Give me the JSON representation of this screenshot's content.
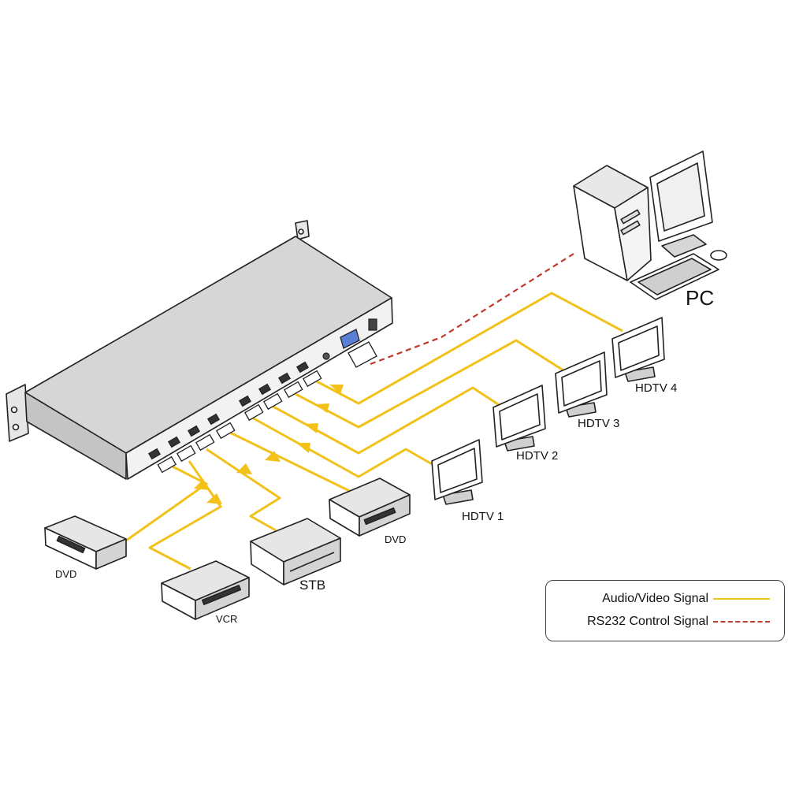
{
  "labels": {
    "pc": "PC",
    "hdtv1": "HDTV 1",
    "hdtv2": "HDTV 2",
    "hdtv3": "HDTV 3",
    "hdtv4": "HDTV 4",
    "dvd_left": "DVD",
    "vcr": "VCR",
    "stb": "STB",
    "dvd_right": "DVD"
  },
  "legend": {
    "av_label": "Audio/Video Signal",
    "rs232_label": "RS232 Control Signal"
  },
  "colors": {
    "av_signal": "#f2c21b",
    "rs232_signal": "#c0392b",
    "device_outline": "#222222",
    "device_fill": "#ffffff",
    "device_shade": "#d9d9d9"
  }
}
